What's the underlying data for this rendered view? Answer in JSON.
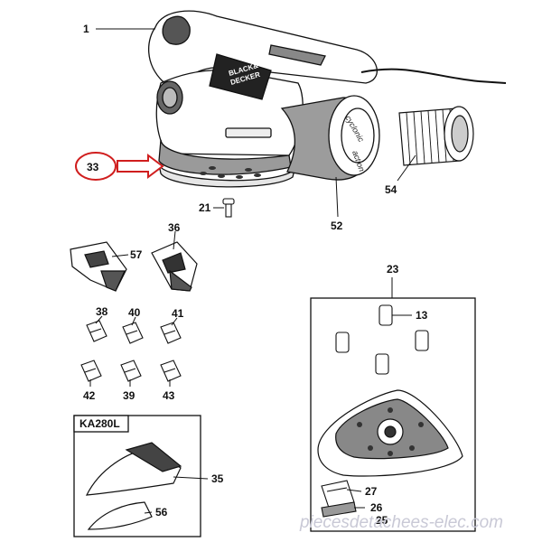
{
  "labels": {
    "l1": "1",
    "l33": "33",
    "l54": "54",
    "l21": "21",
    "l52": "52",
    "l36": "36",
    "l57": "57",
    "l23": "23",
    "l13": "13",
    "l38": "38",
    "l40": "40",
    "l41": "41",
    "l42": "42",
    "l39": "39",
    "l43": "43",
    "l35": "35",
    "l56": "56",
    "l27": "27",
    "l26": "26",
    "l25": "25"
  },
  "box_title": "KA280L",
  "product": {
    "brand_line1": "BLACK&",
    "brand_line2": "DECKER",
    "cyclonic_line1": "cyclonic",
    "cyclonic_line2": "action"
  },
  "watermark": "piecesdetachees-elec.com",
  "colors": {
    "highlight": "#d01e1e",
    "line": "#111111",
    "watermark": "#c9c9d6"
  }
}
